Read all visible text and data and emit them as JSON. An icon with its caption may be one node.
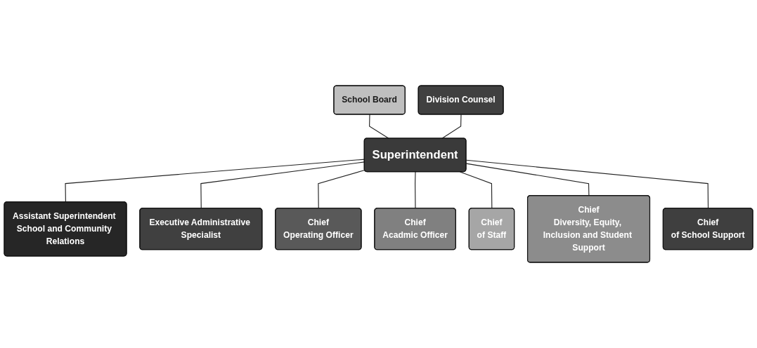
{
  "diagram": {
    "nodes": [
      {
        "text": [
          "School Board"
        ]
      },
      {
        "text": [
          "Division Counsel"
        ]
      },
      {
        "text": [
          "Superintendent"
        ]
      },
      {
        "text": [
          "Assistant Superintendent School and Community Relations"
        ]
      },
      {
        "text": [
          "Executive Administrative Specialist"
        ]
      },
      {
        "text": [
          "Chief",
          "Operating Officer"
        ]
      },
      {
        "text": [
          "Chief",
          "Acadmic Officer"
        ]
      },
      {
        "text": [
          "Chief",
          "of Staff"
        ]
      },
      {
        "text": [
          "Chief",
          "Diversity, Equity, Inclusion and Student Support"
        ]
      },
      {
        "text": [
          "Chief",
          "of School Support"
        ]
      }
    ],
    "edges": [
      {
        "from": 0,
        "to": 2,
        "arrow": "none"
      },
      {
        "from": 1,
        "to": 2,
        "arrow": "none"
      },
      {
        "from": 2,
        "to": 3,
        "arrow": "none"
      },
      {
        "from": 2,
        "to": 4,
        "arrow": "none"
      },
      {
        "from": 2,
        "to": 5,
        "arrow": "none"
      },
      {
        "from": 2,
        "to": 6,
        "arrow": "none"
      },
      {
        "from": 2,
        "to": 7,
        "arrow": "none"
      },
      {
        "from": 2,
        "to": 8,
        "arrow": "none"
      },
      {
        "from": 2,
        "to": 9,
        "arrow": "none"
      }
    ]
  }
}
